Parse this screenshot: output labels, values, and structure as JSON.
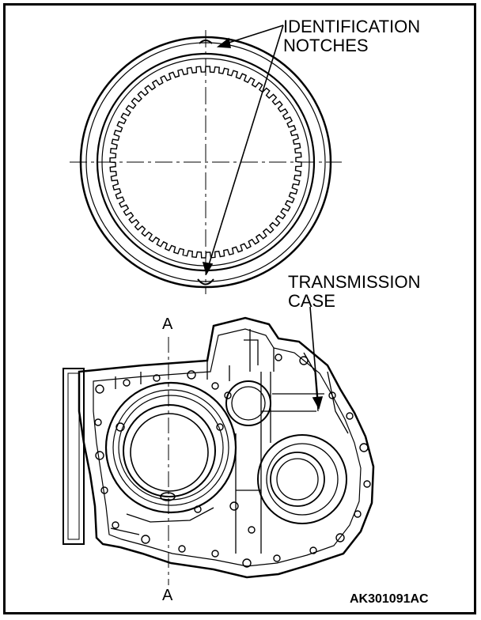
{
  "labels": {
    "identification_line1": "IDENTIFICATION",
    "identification_line2": "NOTCHES",
    "case_line1": "TRANSMISSION",
    "case_line2": "CASE",
    "section_top": "A",
    "section_bottom": "A",
    "figure_code": "AK301091AC"
  },
  "colors": {
    "line": "#000000",
    "background": "#ffffff"
  },
  "plate": {
    "tooth_count": 64
  }
}
